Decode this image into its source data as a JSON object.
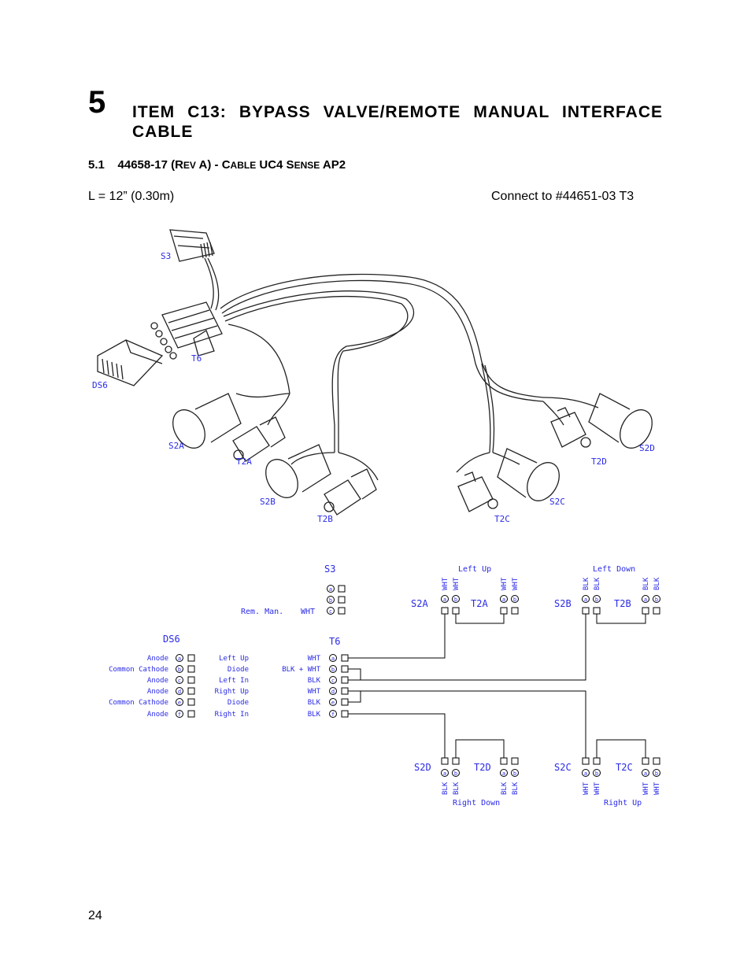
{
  "chapter": {
    "number": "5",
    "title": "ITEM C13: BYPASS VALVE/REMOTE MANUAL INTERFACE CABLE"
  },
  "section": {
    "number": "5.1",
    "title_a": "44658-17 (R",
    "title_b": "EV",
    "title_c": " A) - C",
    "title_d": "ABLE",
    "title_e": " UC4 S",
    "title_f": "ENSE",
    "title_g": " AP2"
  },
  "length_label": "L = 12” (0.30m)",
  "connect_label": "Connect to #44651-03 T3",
  "page_number": "24",
  "drawing_labels": {
    "s3": "S3",
    "t6": "T6",
    "ds6": "DS6",
    "s2a": "S2A",
    "t2a": "T2A",
    "s2b": "S2B",
    "t2b": "T2B",
    "s2c": "S2C",
    "t2c": "T2C",
    "s2d": "S2D",
    "t2d": "T2D"
  },
  "schematic": {
    "s3": "S3",
    "t6": "T6",
    "ds6": "DS6",
    "rem_man": "Rem. Man.",
    "wht": "WHT",
    "blk": "BLK",
    "blk_wht": "BLK + WHT",
    "ds6_rows": [
      "Anode",
      "Common Cathode",
      "Anode",
      "Anode",
      "Common Cathode",
      "Anode"
    ],
    "ds6_funcs": [
      "Left Up",
      "Diode",
      "Left In",
      "Right Up",
      "Diode",
      "Right In"
    ],
    "t6_wires": [
      "WHT",
      "BLK + WHT",
      "BLK",
      "WHT",
      "BLK",
      "BLK"
    ],
    "pins": [
      "a",
      "b",
      "c",
      "d",
      "e",
      "f"
    ],
    "s2a": "S2A",
    "t2a": "T2A",
    "s2b": "S2B",
    "t2b": "T2B",
    "s2c": "S2C",
    "t2c": "T2C",
    "s2d": "S2D",
    "t2d": "T2D",
    "left_up": "Left Up",
    "left_down": "Left Down",
    "right_down": "Right Down",
    "right_up": "Right Up"
  }
}
